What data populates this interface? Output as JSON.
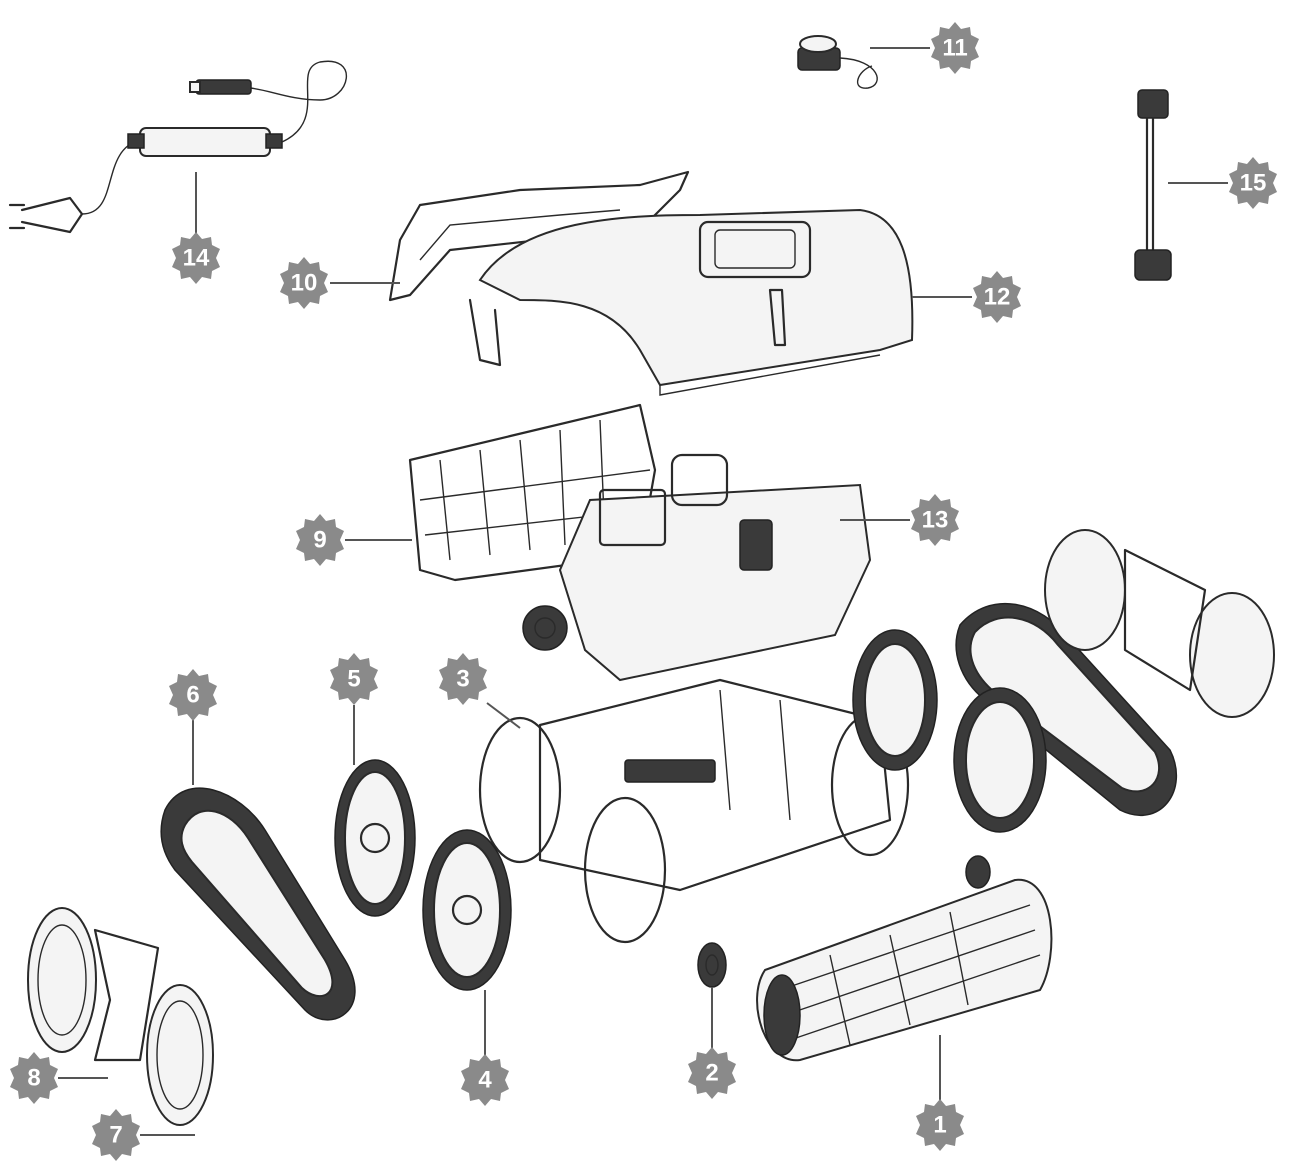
{
  "diagram": {
    "callouts": [
      {
        "id": "1",
        "label": "1"
      },
      {
        "id": "2",
        "label": "2"
      },
      {
        "id": "3",
        "label": "3"
      },
      {
        "id": "4",
        "label": "4"
      },
      {
        "id": "5",
        "label": "5"
      },
      {
        "id": "6",
        "label": "6"
      },
      {
        "id": "7",
        "label": "7"
      },
      {
        "id": "8",
        "label": "8"
      },
      {
        "id": "9",
        "label": "9"
      },
      {
        "id": "10",
        "label": "10"
      },
      {
        "id": "11",
        "label": "11"
      },
      {
        "id": "12",
        "label": "12"
      },
      {
        "id": "13",
        "label": "13"
      },
      {
        "id": "14",
        "label": "14"
      },
      {
        "id": "15",
        "label": "15"
      }
    ],
    "colors": {
      "badge": "#8a8a8a",
      "badge_text": "#ffffff",
      "line": "#2a2a2a"
    }
  }
}
